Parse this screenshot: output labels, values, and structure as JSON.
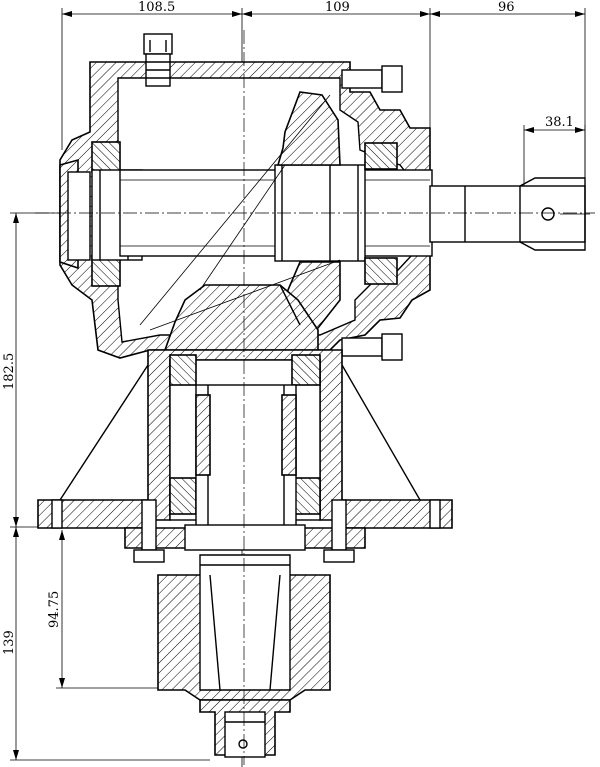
{
  "dimensions": {
    "top_left": "108.5",
    "top_middle": "109",
    "top_right": "96",
    "shaft_diameter": "38.1",
    "left_vertical": "182.5",
    "lower_inner": "94.75",
    "lower_outer": "139"
  }
}
